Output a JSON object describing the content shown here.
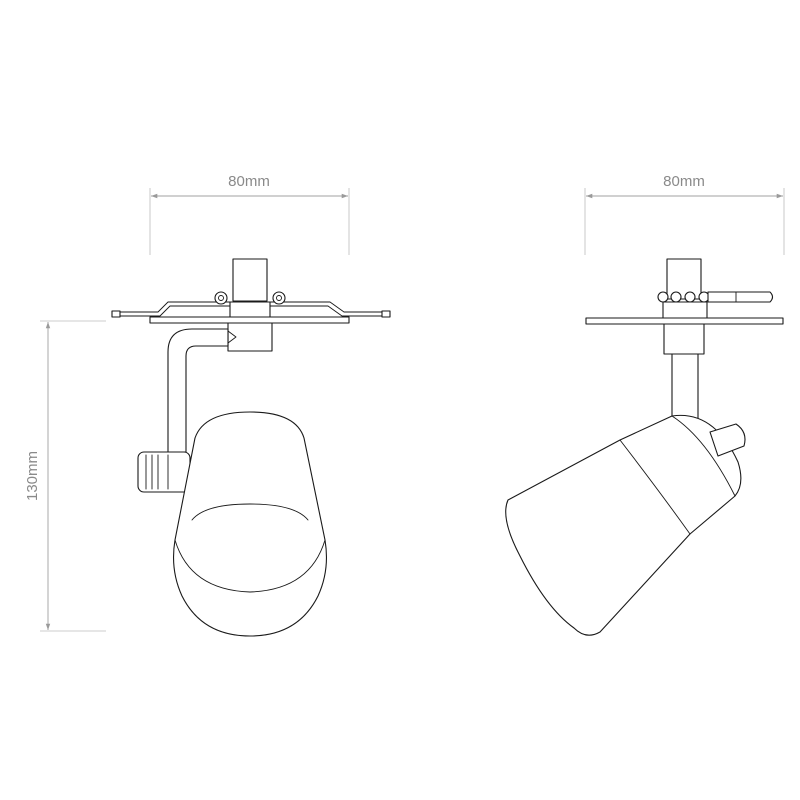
{
  "front_view": {
    "width_label": "80mm",
    "height_label": "130mm"
  },
  "side_view": {
    "width_label": "80mm"
  },
  "colors": {
    "outline": "#1a1a1a",
    "dimension": "#a0a0a0",
    "dimension_text": "#8a8a8a",
    "background": "#ffffff"
  }
}
